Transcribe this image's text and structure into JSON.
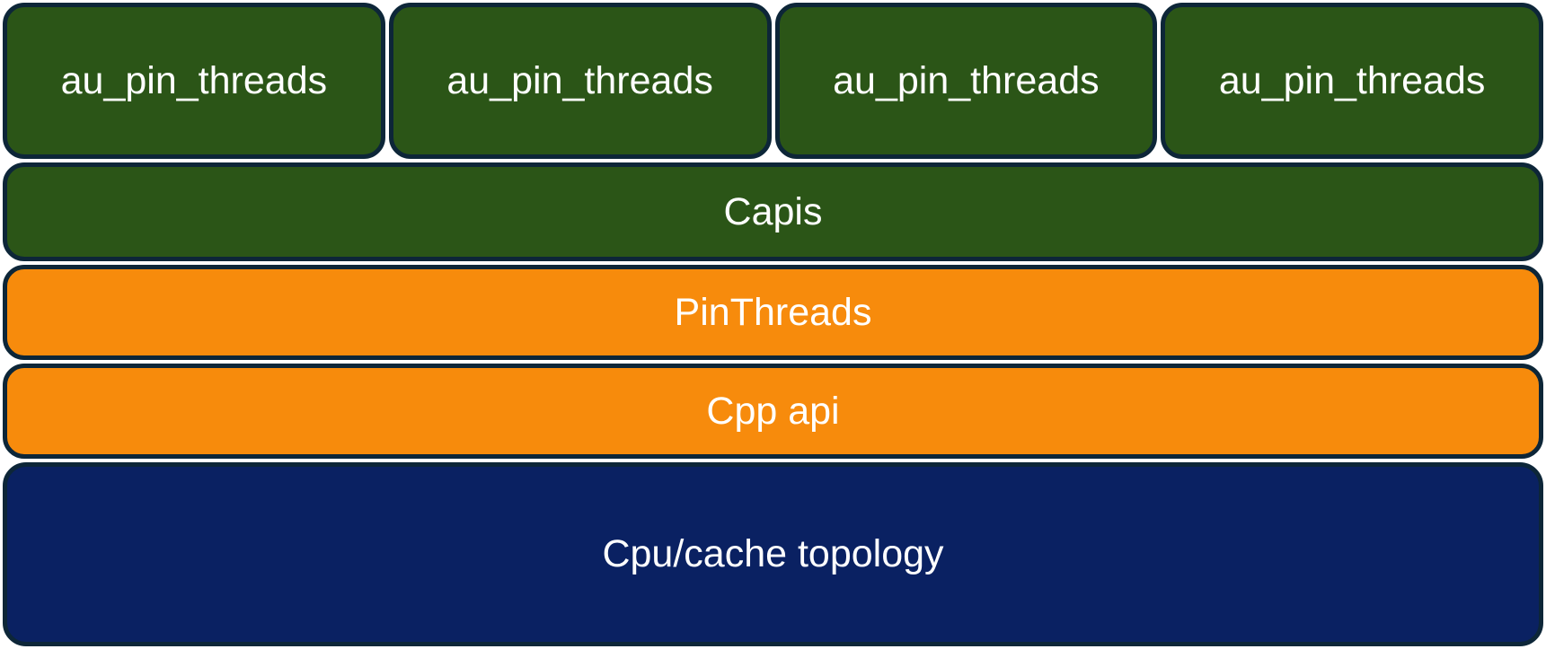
{
  "diagram": {
    "title": "thread-pinning library architecture stack",
    "top_row": {
      "boxes": [
        {
          "label": "au_pin_threads",
          "color_key": "green"
        },
        {
          "label": "au_pin_threads",
          "color_key": "green"
        },
        {
          "label": "au_pin_threads",
          "color_key": "green"
        },
        {
          "label": "au_pin_threads",
          "color_key": "green"
        }
      ]
    },
    "layers": [
      {
        "label": "Capis",
        "color_key": "green"
      },
      {
        "label": "PinThreads",
        "color_key": "orange"
      },
      {
        "label": "Cpp api",
        "color_key": "orange"
      },
      {
        "label": "Cpu/cache topology",
        "color_key": "navy"
      }
    ],
    "colors": {
      "green": "#2b5517",
      "orange": "#f78b0c",
      "navy": "#0a2162",
      "border": "#0d2638",
      "text": "#ffffff"
    }
  }
}
